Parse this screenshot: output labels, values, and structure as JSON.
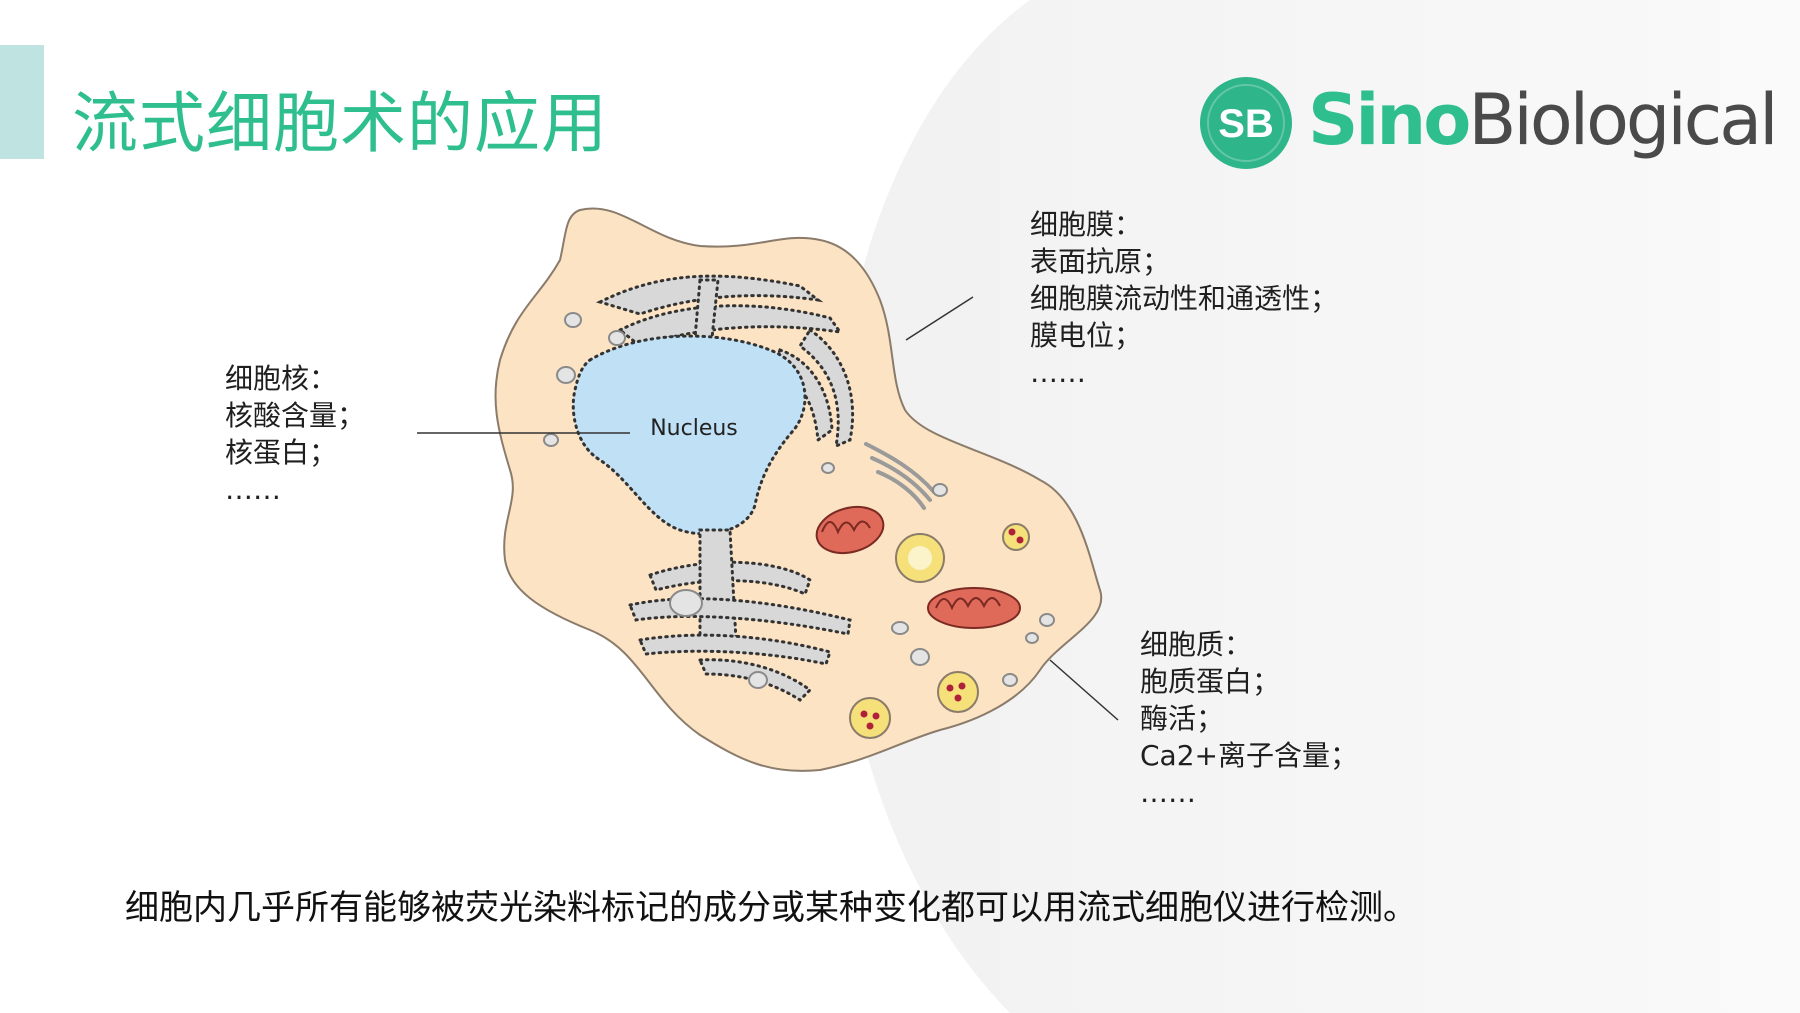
{
  "title": "流式细胞术的应用",
  "logo": {
    "mark": "SB",
    "word_1": "Sino",
    "word_2": "Biological"
  },
  "cell": {
    "nucleus_label": "Nucleus"
  },
  "labels": {
    "nucleus": [
      "细胞核：",
      "核酸含量；",
      "核蛋白；",
      "……"
    ],
    "membrane": [
      "细胞膜：",
      "表面抗原；",
      "细胞膜流动性和通透性；",
      "膜电位；",
      "……"
    ],
    "cytoplasm": [
      "细胞质：",
      "胞质蛋白；",
      "酶活；",
      "Ca2+离子含量；",
      "……"
    ]
  },
  "bottom_text": "细胞内几乎所有能够被荧光染料标记的成分或某种变化都可以用流式细胞仪进行检测。",
  "colors": {
    "title_green": "#2fbf8f",
    "accent_bar": "#bfe3e1",
    "cell_fill": "#fbe3c4",
    "nucleus_fill": "#bfe0f5",
    "er_fill": "#d8d8d8",
    "mito_fill": "#e06a5a",
    "vesicle_fill": "#f5e07a",
    "granule_dot": "#b0203a"
  }
}
